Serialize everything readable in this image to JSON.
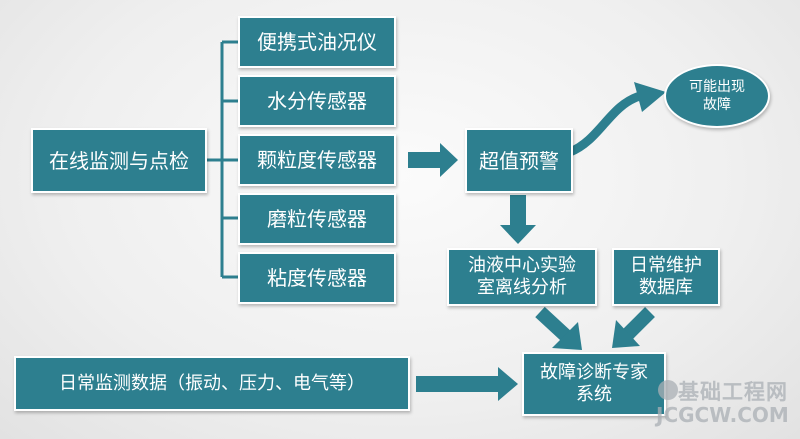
{
  "central": "在线监测与点检",
  "sensors": [
    "便携式油况仪",
    "水分传感器",
    "颗粒度传感器",
    "磨粒传感器",
    "粘度传感器"
  ],
  "warning": "超值预警",
  "possible_fault": [
    "可能出现",
    "故障"
  ],
  "lab_analysis": [
    "油液中心实验",
    "室离线分析"
  ],
  "maintenance_db": [
    "日常维护",
    "数据库"
  ],
  "daily_data": "日常监测数据（振动、压力、电气等）",
  "expert_system": [
    "故障诊断专家",
    "系统"
  ],
  "watermark": {
    "cn": "基础工程网",
    "url": "JCGCW.COM"
  },
  "colors": {
    "box": "#2d7f8f",
    "arrow": "#2d7f8f",
    "background": "#f3f3f3"
  }
}
